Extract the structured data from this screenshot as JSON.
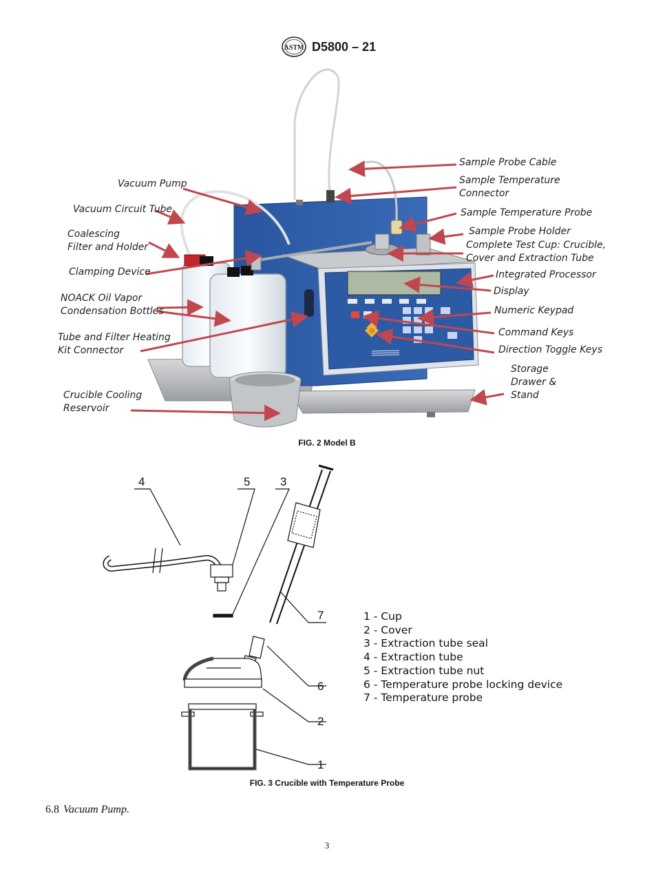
{
  "header": {
    "doc_id": "D5800 – 21",
    "logo_text": "ASTM"
  },
  "figure2": {
    "caption": "FIG. 2 Model B",
    "callouts": {
      "sample_probe_cable": "Sample Probe Cable",
      "sample_temp_connector_1": "Sample Temperature",
      "sample_temp_connector_2": "Connector",
      "sample_temp_probe": "Sample Temperature Probe",
      "sample_probe_holder": "Sample Probe Holder",
      "complete_test_cup_1": "Complete Test Cup: Crucible,",
      "complete_test_cup_2": "Cover and Extraction Tube",
      "integrated_processor": "Integrated Processor",
      "display": "Display",
      "numeric_keypad": "Numeric Keypad",
      "command_keys": "Command Keys",
      "direction_toggle_keys": "Direction Toggle Keys",
      "storage_1": "Storage",
      "storage_2": "Drawer &",
      "storage_3": "Stand",
      "vacuum_pump": "Vacuum Pump",
      "vacuum_circuit_tube": "Vacuum Circuit Tube",
      "coalescing_1": "Coalescing",
      "coalescing_2": "Filter and Holder",
      "clamping_device": "Clamping Device",
      "noack_1": "NOACK Oil Vapor",
      "noack_2": "Condensation Bottles",
      "tube_filter_1": "Tube and Filter Heating",
      "tube_filter_2": "Kit Connector",
      "crucible_cooling_1": "Crucible Cooling",
      "crucible_cooling_2": "Reservoir"
    }
  },
  "figure3": {
    "caption": "FIG. 3 Crucible with Temperature Probe",
    "numbers": [
      "1",
      "2",
      "3",
      "4",
      "5",
      "6",
      "7"
    ],
    "legend": [
      "1 - Cup",
      "2 - Cover",
      "3 - Extraction tube seal",
      "4 - Extraction tube",
      "5 - Extraction tube nut",
      "6 - Temperature probe locking device",
      "7 - Temperature probe"
    ]
  },
  "section": {
    "number": "6.8",
    "title": "Vacuum Pump."
  },
  "page_number": "3",
  "colors": {
    "machine_blue": "#2f5da8",
    "panel_blue": "#1f4f9a",
    "arrow_red": "#c0474f",
    "steel": "#b9bcc0"
  }
}
